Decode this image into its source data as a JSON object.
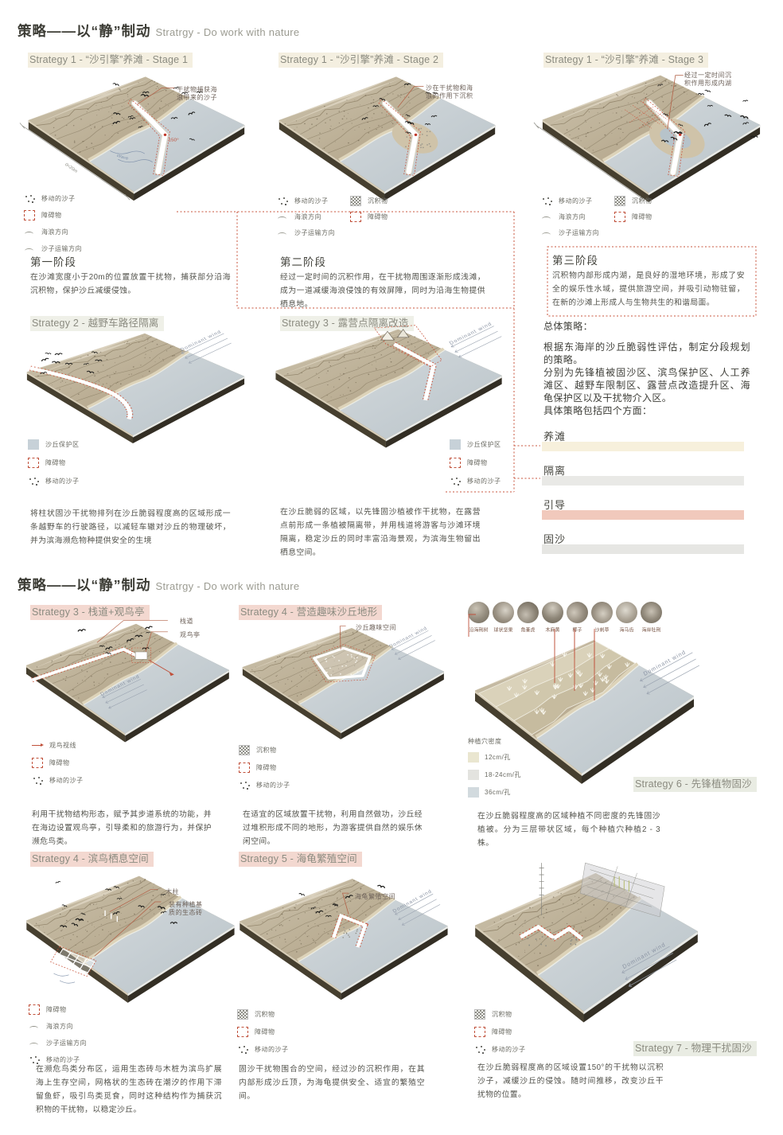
{
  "labels": {
    "dominant_wind": "Dominant wind",
    "wave": "Wave",
    "angle150": "150°",
    "dim20": "0<20m"
  },
  "header": {
    "cn": "策略——以“静”制动",
    "en": "Stratrgy - Do work with nature"
  },
  "row1": {
    "strategies": [
      {
        "title": "Strategy 1 - “沙引擎”养滩 - Stage 1",
        "annotation": "干扰物捕获海浪带来的沙子",
        "legend": [
          {
            "icon": "dots",
            "label": "移动的沙子"
          },
          {
            "icon": "dashbox",
            "label": "障碍物"
          },
          {
            "icon": "wave",
            "label": "海浪方向"
          },
          {
            "icon": "wave2",
            "label": "沙子运输方向"
          }
        ],
        "stage": "第一阶段",
        "body": "在沙滩宽度小于20m的位置放置干扰物，捕获部分沿海沉积物，保护沙丘减缓侵蚀。"
      },
      {
        "title": "Strategy 1 - “沙引擎”养滩 - Stage 2",
        "annotation": "沙在干扰物和海浪的作用下沉积",
        "legend": [
          {
            "icon": "dots",
            "label": "移动的沙子"
          },
          {
            "icon": "checker",
            "label": "沉积物"
          },
          {
            "icon": "wave",
            "label": "海浪方向"
          },
          {
            "icon": "dashbox",
            "label": "障碍物"
          },
          {
            "icon": "wave2",
            "label": "沙子运输方向"
          }
        ],
        "stage": "第二阶段",
        "body": "经过一定时间的沉积作用，在干扰物周围逐渐形成浅滩，成为一道减缓海浪侵蚀的有效屏障，同时为沿海生物提供栖息地。"
      },
      {
        "title": "Strategy 1 - “沙引擎”养滩 - Stage 3",
        "annotation": "经过一定时间沉积作用形成内湖",
        "legend": [
          {
            "icon": "dots",
            "label": "移动的沙子"
          },
          {
            "icon": "checker",
            "label": "沉积物"
          },
          {
            "icon": "wave",
            "label": "海浪方向"
          },
          {
            "icon": "dashbox",
            "label": "障碍物"
          },
          {
            "icon": "wave2",
            "label": "沙子运输方向"
          }
        ],
        "stage": "第三阶段",
        "body": "沉积物内部形成内湖，是良好的湿地环境，形成了安全的娱乐性水域，提供旅游空间，并吸引动物驻留，在新的沙滩上形成人与生物共生的和谐局面。"
      }
    ]
  },
  "overall": {
    "title": "总体策略：",
    "p1": "根据东海岸的沙丘脆弱性评估，制定分段规划的策略。",
    "p2": "分别为先锋植被固沙区、滨鸟保护区、人工养滩区、越野车限制区、露营点改造提升区、海龟保护区以及干扰物介入区。",
    "p3": "具体策略包括四个方面：",
    "bands": [
      {
        "label": "养滩",
        "color": "#f7f0dc"
      },
      {
        "label": "隔离",
        "color": "#e9e9e6"
      },
      {
        "label": "引导",
        "color": "#f1c9bc"
      },
      {
        "label": "固沙",
        "color": "#e6e6e3"
      }
    ]
  },
  "row2": {
    "strategies": [
      {
        "title": "Strategy 2 - 越野车路径隔离",
        "legend": [
          {
            "icon": "solidbox",
            "label": "沙丘保护区"
          },
          {
            "icon": "dashbox",
            "label": "障碍物"
          },
          {
            "icon": "dots",
            "label": "移动的沙子"
          }
        ],
        "body": "将柱状固沙干扰物排列在沙丘脆弱程度高的区域形成一条越野车的行驶路径，以减轻车辙对沙丘的物理破坏，并为滨海濒危物种提供安全的生境"
      },
      {
        "title": "Strategy 3 - 露营点隔离改造",
        "legend": [
          {
            "icon": "solidbox",
            "label": "沙丘保护区"
          },
          {
            "icon": "dashbox",
            "label": "障碍物"
          },
          {
            "icon": "dots",
            "label": "移动的沙子"
          }
        ],
        "body": "在沙丘脆弱的区域，以先锋固沙植被作干扰物，在露营点前形成一条植被隔离带，并用栈道将游客与沙滩环境隔离，稳定沙丘的同时丰富沿海景观，为滨海生物留出栖息空间。"
      }
    ]
  },
  "row3": {
    "strategies": [
      {
        "title": "Strategy 3 - 栈道+观鸟亭",
        "anno1": "栈道",
        "anno2": "观鸟亭",
        "legend": [
          {
            "icon": "arrow",
            "label": "观鸟视线"
          },
          {
            "icon": "dashbox",
            "label": "障碍物"
          },
          {
            "icon": "dots",
            "label": "移动的沙子"
          }
        ],
        "body": "利用干扰物结构形态，赋予其步道系统的功能，并在海边设置观鸟亭，引导柔和的旅游行为，并保护濒危鸟类。"
      },
      {
        "title": "Strategy 4 - 营造趣味沙丘地形",
        "anno1": "沙丘趣味空间",
        "legend": [
          {
            "icon": "checker",
            "label": "沉积物"
          },
          {
            "icon": "dashbox",
            "label": "障碍物"
          },
          {
            "icon": "dots",
            "label": "移动的沙子"
          }
        ],
        "body": "在适宜的区域放置干扰物，利用自然做功，沙丘经过堆积形成不同的地形，为游客提供自然的娱乐休闲空间。"
      }
    ],
    "plants": {
      "labels": [
        "沿海荆树",
        "球状坚果",
        "角堇虎",
        "木麻黄",
        "椰子",
        "沙刺草",
        "海马齿",
        "海岸牡荆"
      ]
    },
    "density": {
      "title": "种植穴密度",
      "items": [
        {
          "color": "#eae6d0",
          "label": "12cm/孔"
        },
        {
          "color": "#e3e3df",
          "label": "18-24cm/孔"
        },
        {
          "color": "#d2dade",
          "label": "36cm/孔"
        }
      ]
    },
    "s6": {
      "title": "Strategy 6 - 先锋植物固沙",
      "body": "在沙丘脆弱程度高的区域种植不同密度的先锋固沙植被。分为三层带状区域，每个种植穴种植2 - 3株。"
    }
  },
  "row4": {
    "strategies": [
      {
        "title": "Strategy 4 - 滨鸟栖息空间",
        "anno1": "木柱",
        "anno2": "装有种植基质的生态砖",
        "legend": [
          {
            "icon": "dashbox",
            "label": "障碍物"
          },
          {
            "icon": "wave",
            "label": "海浪方向"
          },
          {
            "icon": "wave2",
            "label": "沙子运输方向"
          },
          {
            "icon": "dots",
            "label": "移动的沙子"
          }
        ],
        "body": "在濒危鸟类分布区，运用生态砖与木桩为滨鸟扩展海上生存空间，网格状的生态砖在潮汐的作用下滞留鱼虾，吸引鸟类觅食，同时这种结构作为捕获沉积物的干扰物，以稳定沙丘。"
      },
      {
        "title": "Strategy 5 - 海龟繁殖空间",
        "anno1": "海龟繁殖空间",
        "legend": [
          {
            "icon": "checker",
            "label": "沉积物"
          },
          {
            "icon": "dashbox",
            "label": "障碍物"
          },
          {
            "icon": "dots",
            "label": "移动的沙子"
          }
        ],
        "body": "固沙干扰物围合的空间，经过沙的沉积作用，在其内部形成沙丘顶，为海龟提供安全、适宜的繁殖空间。"
      },
      {
        "legend": [
          {
            "icon": "checker",
            "label": "沉积物"
          },
          {
            "icon": "dashbox",
            "label": "障碍物"
          },
          {
            "icon": "dots",
            "label": "移动的沙子"
          }
        ]
      }
    ],
    "s7": {
      "title": "Strategy 7 - 物理干扰固沙",
      "body": "在沙丘脆弱程度高的区域设置150°的干扰物以沉积沙子，减缓沙丘的侵蚀。随时间推移，改变沙丘干扰物的位置。"
    }
  }
}
